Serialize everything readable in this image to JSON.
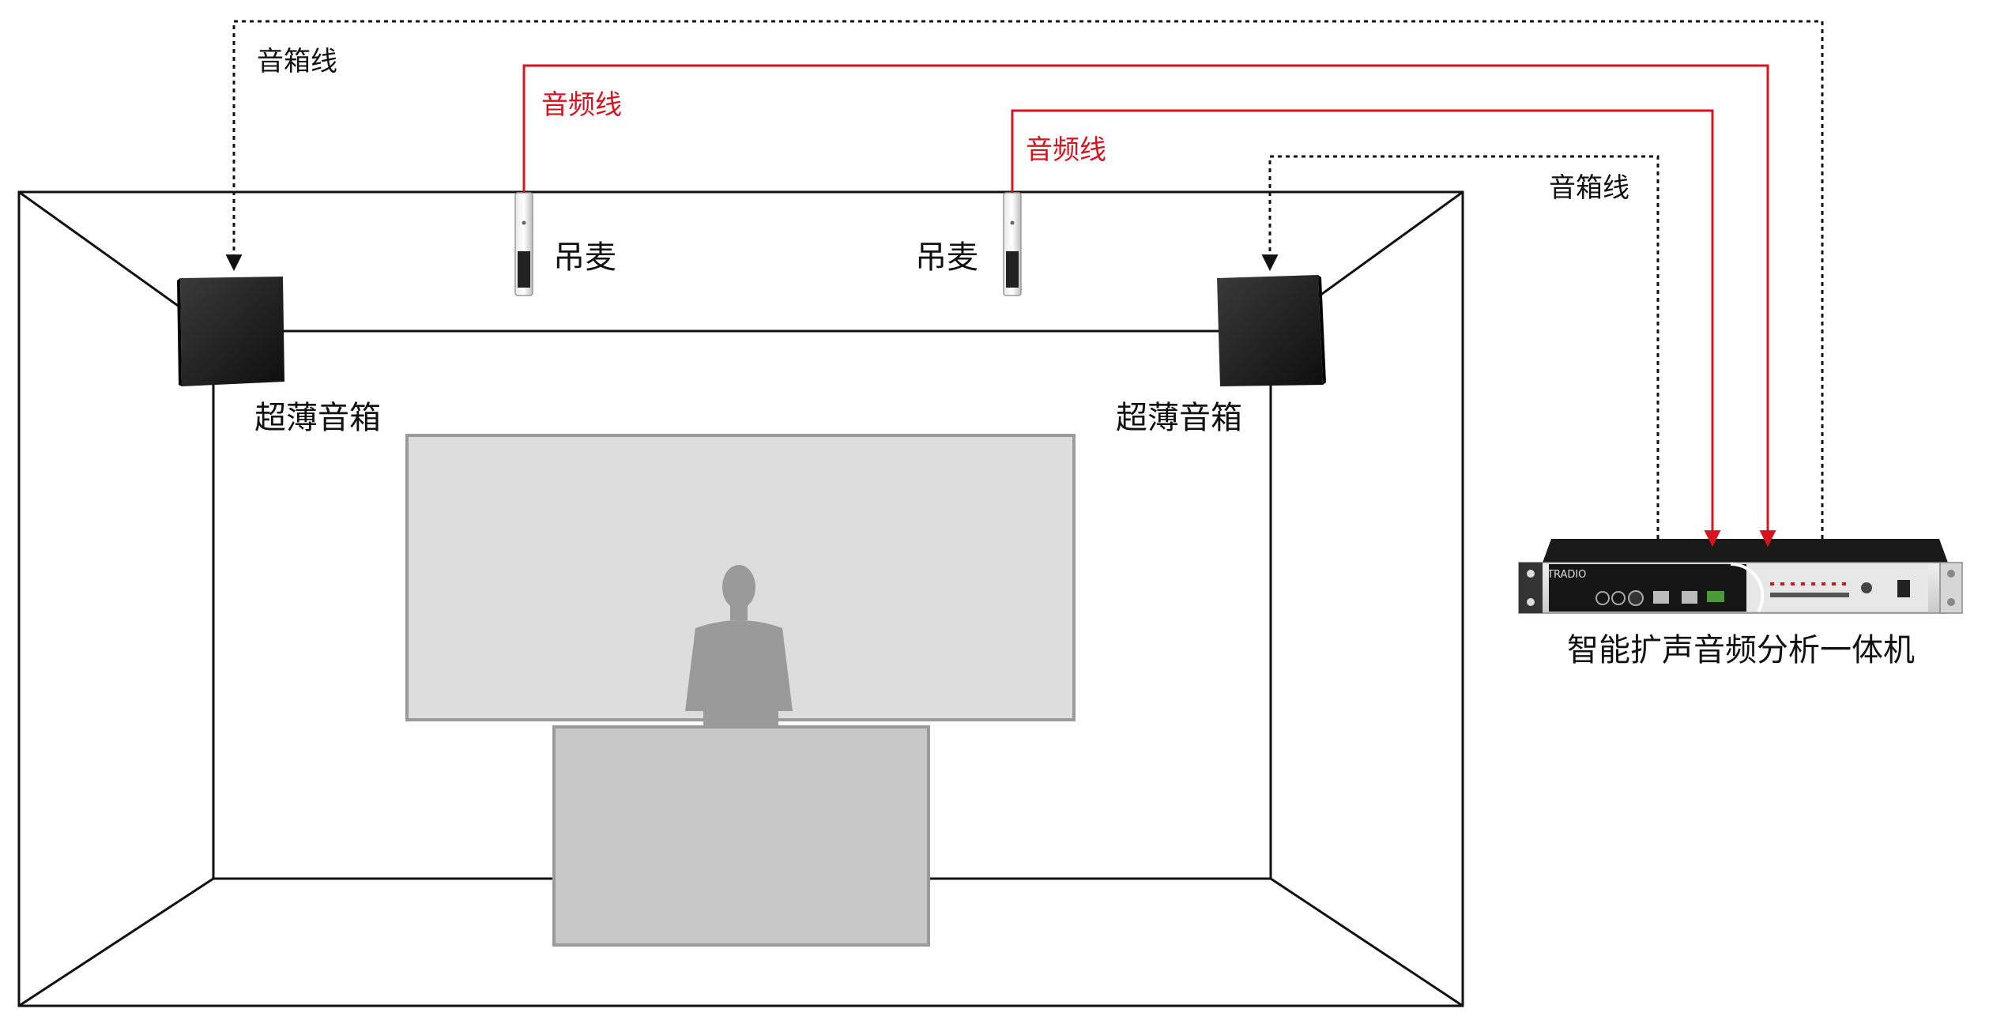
{
  "labels": {
    "speaker_cable_left": "音箱线",
    "speaker_cable_right": "音箱线",
    "audio_cable_left": "音频线",
    "audio_cable_right": "音频线",
    "hanging_mic_left": "吊麦",
    "hanging_mic_right": "吊麦",
    "speaker_left": "超薄音箱",
    "speaker_right": "超薄音箱",
    "device_name": "智能扩声音频分析一体机",
    "device_brand": "TRADIO"
  },
  "colors": {
    "audio_cable": "#d4141e",
    "speaker_cable": "#111111",
    "room_outline": "#111111",
    "screen_fill": "#dddddd",
    "podium_fill": "#c8c8c8",
    "speaker_body": "#1c1c1c"
  },
  "icons": {
    "speaker": "box-speaker-icon",
    "mic": "hanging-mic-icon",
    "device": "rack-amplifier-icon",
    "person": "person-silhouette-icon"
  }
}
